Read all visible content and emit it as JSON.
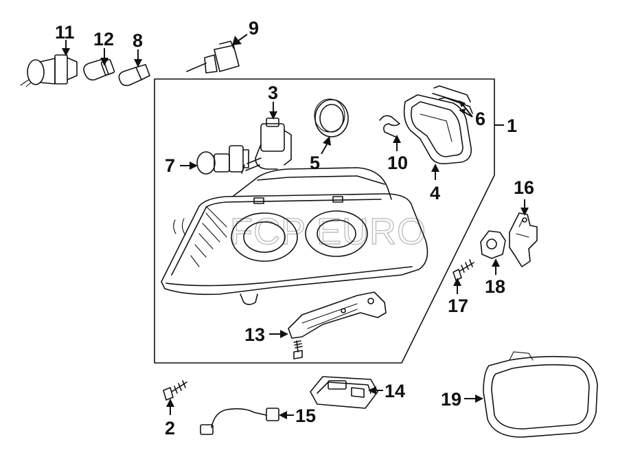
{
  "diagram": {
    "watermark": "FCP EURO",
    "callouts": {
      "c1": "1",
      "c2": "2",
      "c3": "3",
      "c4": "4",
      "c5": "5",
      "c6": "6",
      "c7": "7",
      "c8": "8",
      "c9": "9",
      "c10": "10",
      "c11": "11",
      "c12": "12",
      "c13": "13",
      "c14": "14",
      "c15": "15",
      "c16": "16",
      "c17": "17",
      "c18": "18",
      "c19": "19"
    }
  }
}
